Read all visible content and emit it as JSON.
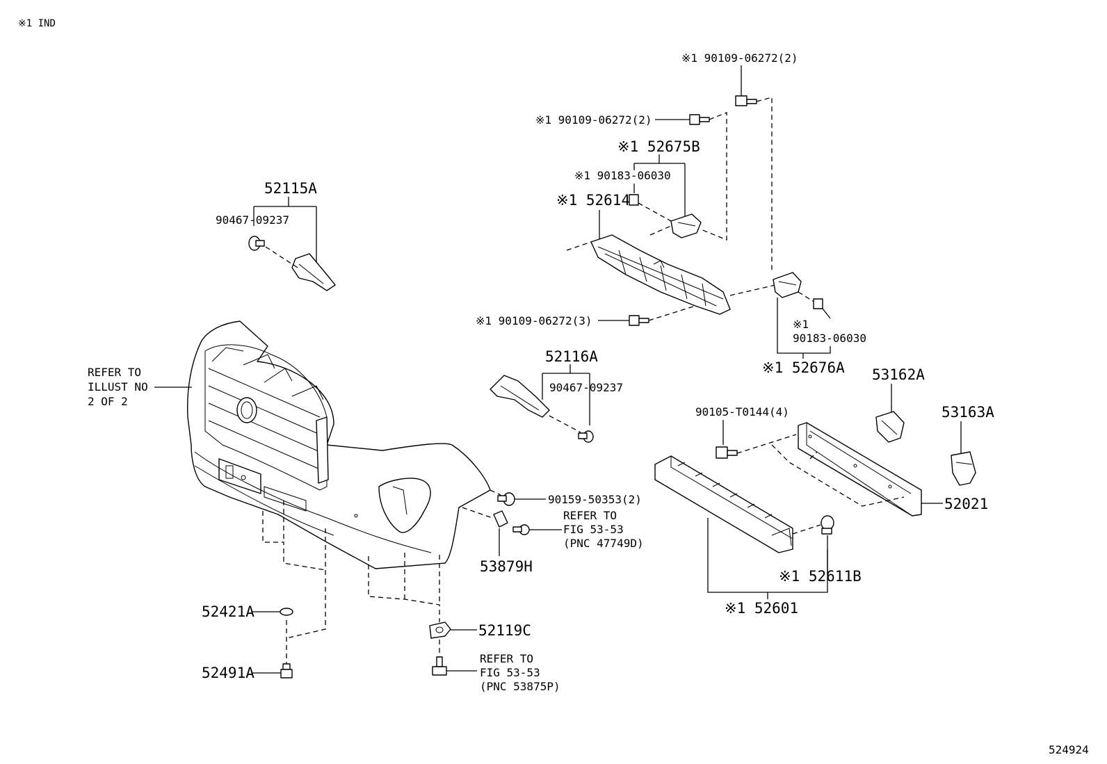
{
  "header_note": "※1 IND",
  "image_id": "524924",
  "labels": {
    "p52115A": "52115A",
    "p90467_a": "90467-09237",
    "p90109_top": "※1 90109-06272(2)",
    "p90109_mid": "※1 90109-06272(2)",
    "p52675B": "※1 52675B",
    "p90183_a": "※1 90183-06030",
    "p52614": "※1 52614",
    "p90109_bot": "※1 90109-06272(3)",
    "p90183_b1": "※1",
    "p90183_b2": "90183-06030",
    "p52676A": "※1 52676A",
    "p52116A": "52116A",
    "p90467_b": "90467-09237",
    "refer_illust_1": "REFER TO",
    "refer_illust_2": "ILLUST NO",
    "refer_illust_3": "2 OF 2",
    "p53162A": "53162A",
    "p53163A": "53163A",
    "p90105": "90105-T0144(4)",
    "p52021": "52021",
    "p90159": "90159-50353(2)",
    "refer_fig1_1": "REFER TO",
    "refer_fig1_2": "FIG 53-53",
    "refer_fig1_3": "(PNC 47749D)",
    "p53879H": "53879H",
    "p52611B": "※1 52611B",
    "p52601": "※1 52601",
    "p52421A": "52421A",
    "p52119C": "52119C",
    "p52491A": "52491A",
    "refer_fig2_1": "REFER TO",
    "refer_fig2_2": "FIG 53-53",
    "refer_fig2_3": "(PNC 53875P)"
  }
}
